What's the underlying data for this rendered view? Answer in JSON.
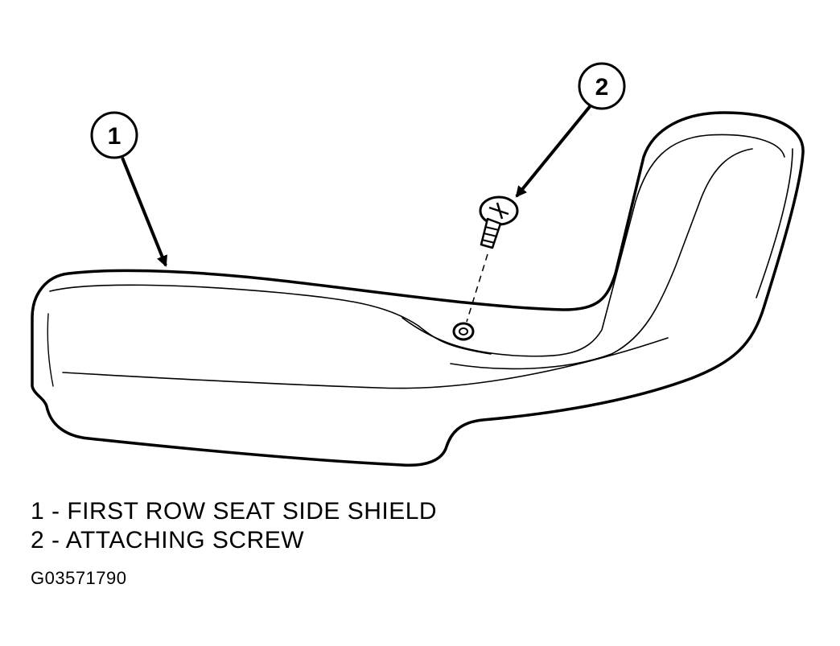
{
  "callouts": [
    {
      "number": "1"
    },
    {
      "number": "2"
    }
  ],
  "legend": [
    {
      "text": "1 - FIRST ROW SEAT SIDE SHIELD"
    },
    {
      "text": "2 - ATTACHING SCREW"
    }
  ],
  "figure_id": "G03571790"
}
